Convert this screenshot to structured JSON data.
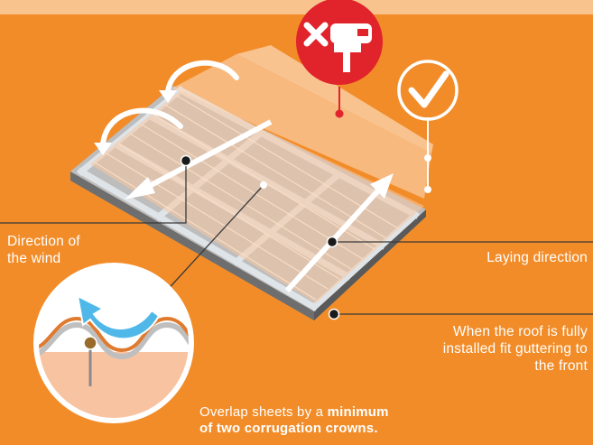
{
  "labels": {
    "wind_line1": "Direction of",
    "wind_line2": "the wind",
    "laying": "Laying direction",
    "roof_line1": "When the roof is fully",
    "roof_line2": "installed fit guttering to",
    "roof_line3": "the front",
    "overlap_prefix": "Overlap sheets by a ",
    "overlap_bold1": "minimum",
    "overlap_bold2": "of two corrugation crowns."
  },
  "colors": {
    "background": "#f28c28",
    "band": "#f9c38e",
    "no_badge": "#e1232b",
    "arrow_blue": "#4fb8e8",
    "frame": "#cfd6dc",
    "sheet": "#f6b98a"
  },
  "icons": {
    "no_saw": "no-jigsaw-icon",
    "ok": "checkmark-icon"
  }
}
